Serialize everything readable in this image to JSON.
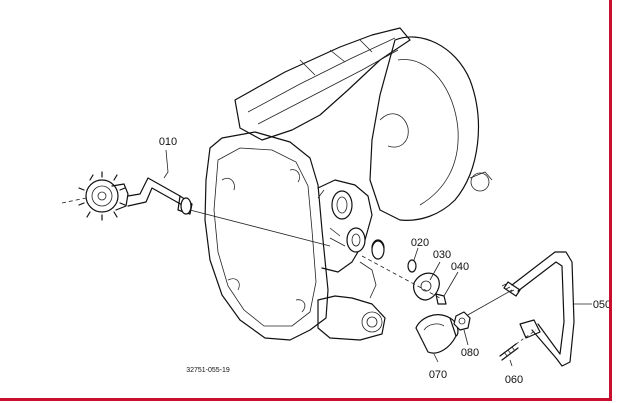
{
  "diagram": {
    "drawing_number": "32751-055-19",
    "frame_color": "#c8102e",
    "parts": [
      {
        "id": "010"
      },
      {
        "id": "020"
      },
      {
        "id": "030"
      },
      {
        "id": "040"
      },
      {
        "id": "050"
      },
      {
        "id": "060"
      },
      {
        "id": "070"
      },
      {
        "id": "080"
      }
    ]
  }
}
